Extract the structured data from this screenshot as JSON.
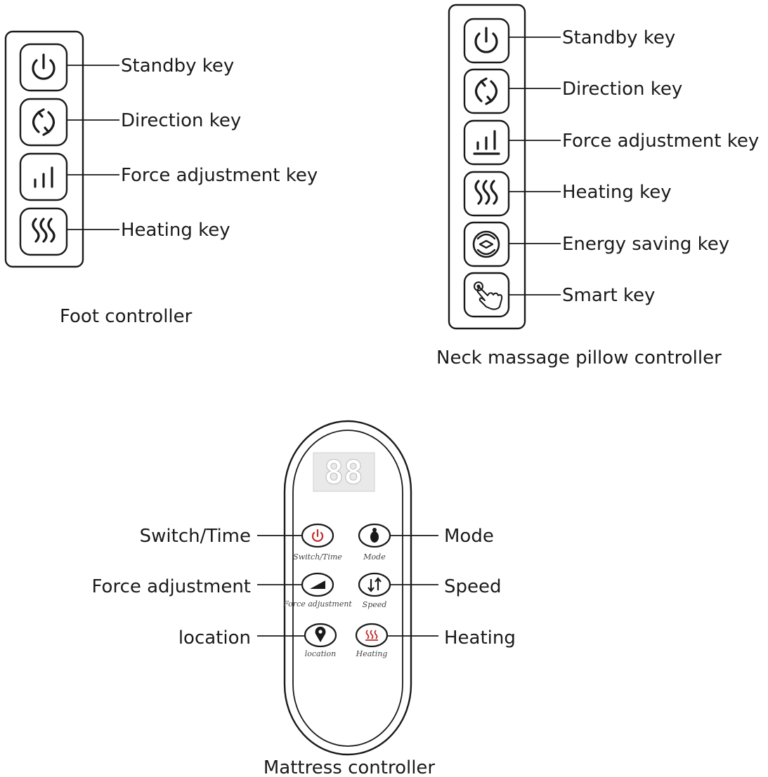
{
  "foot_controller": {
    "caption": "Foot controller",
    "keys": [
      {
        "icon": "power-icon",
        "label": "Standby key"
      },
      {
        "icon": "direction-icon",
        "label": "Direction key"
      },
      {
        "icon": "bars-icon",
        "label": "Force adjustment key"
      },
      {
        "icon": "heat-waves-icon",
        "label": "Heating key"
      }
    ]
  },
  "neck_controller": {
    "caption": "Neck massage pillow controller",
    "keys": [
      {
        "icon": "power-icon",
        "label": "Standby key"
      },
      {
        "icon": "direction-icon",
        "label": "Direction key"
      },
      {
        "icon": "bars-icon",
        "label": "Force adjustment key"
      },
      {
        "icon": "heat-waves-icon",
        "label": "Heating key"
      },
      {
        "icon": "energy-saving-icon",
        "label": "Energy saving key"
      },
      {
        "icon": "touch-hand-icon",
        "label": "Smart key"
      }
    ]
  },
  "mattress_controller": {
    "caption": "Mattress controller",
    "display": "88",
    "left_labels": [
      "Switch/Time",
      "Force adjustment",
      "location"
    ],
    "right_labels": [
      "Mode",
      "Speed",
      "Heating"
    ],
    "button_texts": [
      "Switch/Time",
      "Mode",
      "Force adjustment",
      "Speed",
      "location",
      "Heating"
    ],
    "colors": {
      "power": "#c62828",
      "heating": "#c62828",
      "display_bg": "#e9e9e9",
      "segments": "#ffffff"
    }
  }
}
